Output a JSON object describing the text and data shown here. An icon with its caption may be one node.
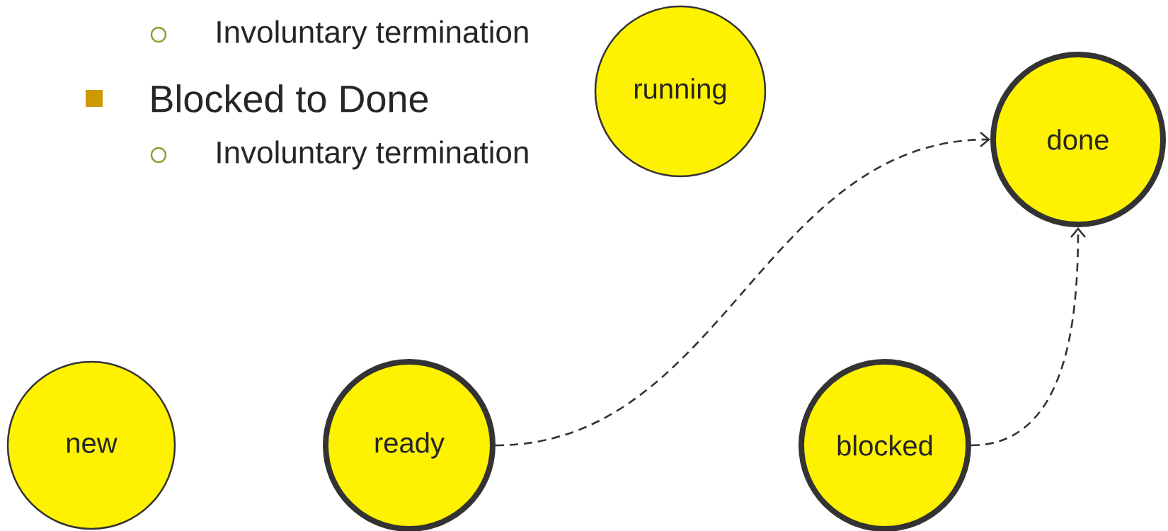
{
  "diagram": {
    "nodes": [
      {
        "text": [
          "running"
        ]
      },
      {
        "text": [
          "done"
        ]
      },
      {
        "text": [
          "new"
        ]
      },
      {
        "text": [
          "ready"
        ]
      },
      {
        "text": [
          "blocked"
        ]
      }
    ],
    "edges": [
      {
        "from": 3,
        "to": 1,
        "arrow": "to",
        "style": "dashed"
      },
      {
        "from": 4,
        "to": 1,
        "arrow": "to",
        "style": "dashed"
      }
    ],
    "labels": [
      "Involuntary termination",
      "Blocked to Done",
      "Involuntary termination"
    ]
  }
}
